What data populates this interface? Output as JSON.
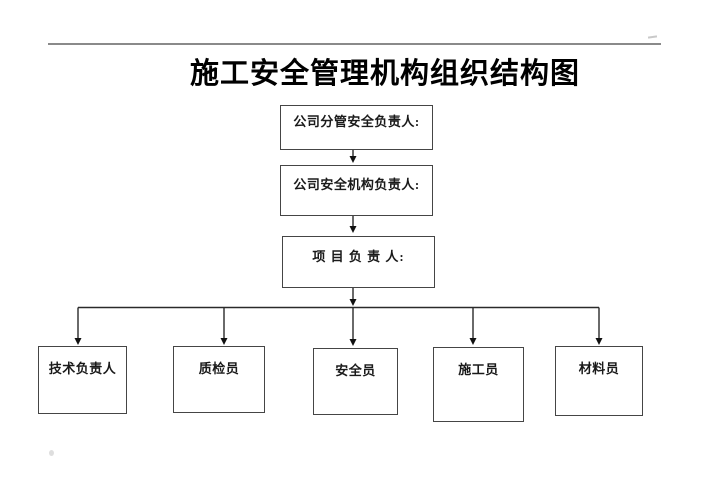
{
  "title": "施工安全管理机构组织结构图",
  "org": {
    "chain": [
      {
        "label": "公司分管安全负责人:"
      },
      {
        "label": "公司安全机构负责人:"
      },
      {
        "label": "项 目 负 责 人:"
      }
    ],
    "leaves": [
      {
        "label": "技术负责人"
      },
      {
        "label": "质检员"
      },
      {
        "label": "安全员"
      },
      {
        "label": "施工员"
      },
      {
        "label": "材料员"
      }
    ]
  },
  "colors": {
    "ink": "#1a1a1a",
    "box_border": "#454545",
    "connector": "#2a2a2a",
    "arrowhead": "#111111",
    "top_rule": "#8a8a8a"
  }
}
